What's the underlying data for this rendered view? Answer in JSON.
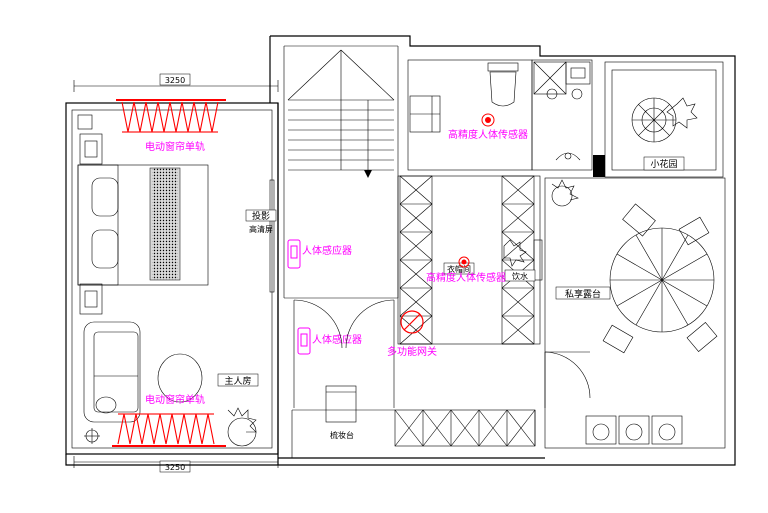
{
  "dimensions": {
    "top_width": "3250",
    "bottom_width": "3250"
  },
  "rooms": {
    "master_bedroom": "主人房",
    "projection": "投影",
    "high_transparent_screen": "高清屏",
    "wardrobe": "衣帽间",
    "drinking_water": "饮水",
    "private_terrace": "私享露台",
    "small_garden": "小花园",
    "vanity": "梳妆台"
  },
  "devices": {
    "curtain_track_top": "电动窗帘单轨",
    "curtain_track_bottom": "电动窗帘单轨",
    "body_sensor_1": "人体感应器",
    "body_sensor_2": "人体感应器",
    "precision_sensor_bathroom": "高精度人体传感器",
    "precision_sensor_wardrobe": "高精度人体传感器",
    "gateway": "多功能网关"
  },
  "colors": {
    "wall": "#000000",
    "device_label": "#ff00ff",
    "curtain_track": "#ff0000"
  }
}
